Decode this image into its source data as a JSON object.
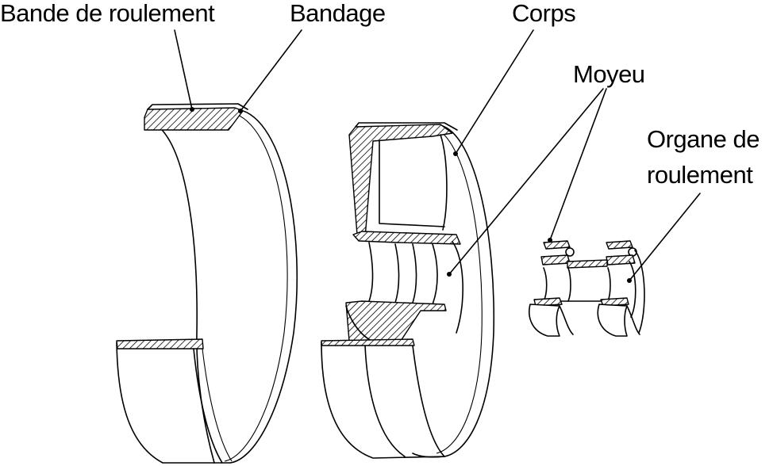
{
  "labels": {
    "bande": "Bande de roulement",
    "bandage": "Bandage",
    "corps": "Corps",
    "moyeu": "Moyeu",
    "organe_line1": "Organe de",
    "organe_line2": "roulement"
  }
}
